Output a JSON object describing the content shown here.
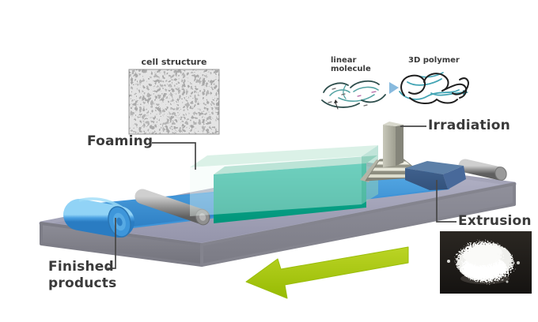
{
  "labels": {
    "cell_structure": "cell structure",
    "linear_molecule": [
      "linear",
      "molecule"
    ],
    "polymer_3d": "3D polymer",
    "foaming": "Foaming",
    "irradiation": "Irradiation",
    "extrusion": "Extrusion",
    "finished_products": [
      "Finished",
      "products"
    ]
  },
  "icons": {
    "transform_arrow": "triangle-right",
    "process_direction_arrow": "arrow-left"
  },
  "colors": {
    "label_text": "#3a3a3a",
    "platform_top": "#a5a5ba",
    "platform_side": "#85858f",
    "film_blue": "#3f94d8",
    "roll_blue": "#4aa0e0",
    "roller_gray": "#8f8f8f",
    "foam_chamber_mint": "#d6eee3",
    "foam_inner_green": "#00a482",
    "tower_gray": "#a9a99b",
    "extruder_blue": "#46689a",
    "arrow_green": "#a9c614",
    "molecule_teal": "#42a4b4",
    "transform_arrow_blue": "#88bade",
    "pellets_background": "#201d1a"
  }
}
